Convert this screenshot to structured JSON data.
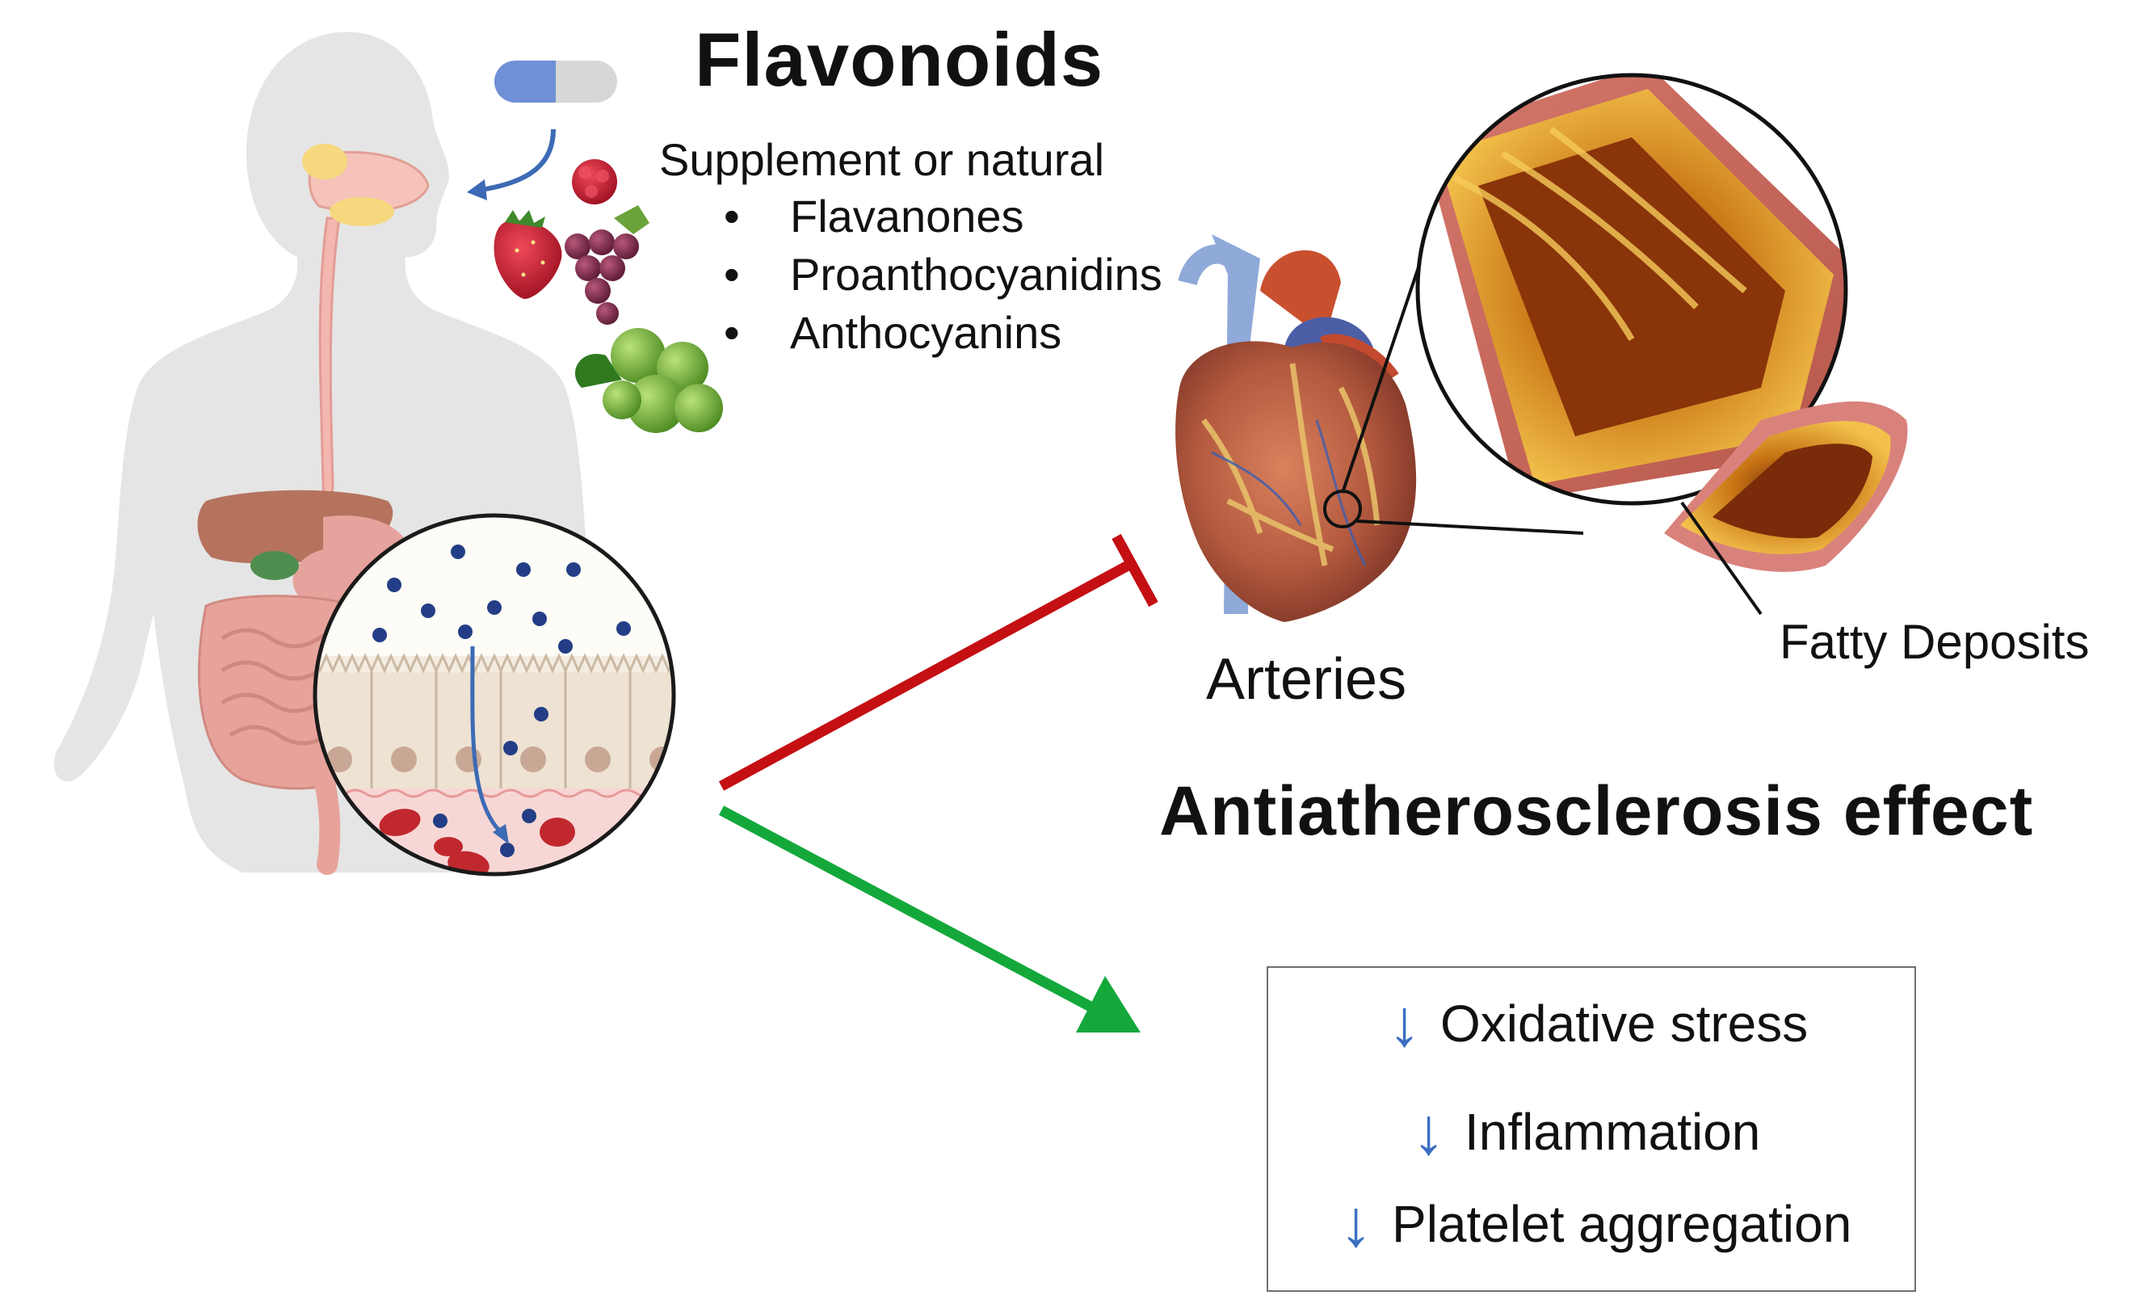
{
  "title": "Flavonoids",
  "source": "Supplement or natural",
  "classes": [
    {
      "bullet": "•",
      "name": "Flavanones"
    },
    {
      "bullet": "•",
      "name": "Proanthocyanidins"
    },
    {
      "bullet": "•",
      "name": "Anthocyanins"
    }
  ],
  "labels": {
    "arteries": "Arteries",
    "fatty_deposits": "Fatty Deposits"
  },
  "effect_title": "Antiatherosclerosis effect",
  "effects": [
    {
      "arrow": "↓",
      "text": "Oxidative stress"
    },
    {
      "arrow": "↓",
      "text": "Inflammation"
    },
    {
      "arrow": "↓",
      "text": "Platelet aggregation"
    }
  ],
  "icons": {
    "inhibit_arrow": "inhibition-arrow-icon",
    "promote_arrow": "green-arrow-icon"
  },
  "colors": {
    "inhibit": "#c40f13",
    "promote": "#14a83b",
    "down_arrow": "#3b6fc2",
    "pill_blue": "#6f8fd6",
    "flavonoid_dot": "#233e86"
  }
}
